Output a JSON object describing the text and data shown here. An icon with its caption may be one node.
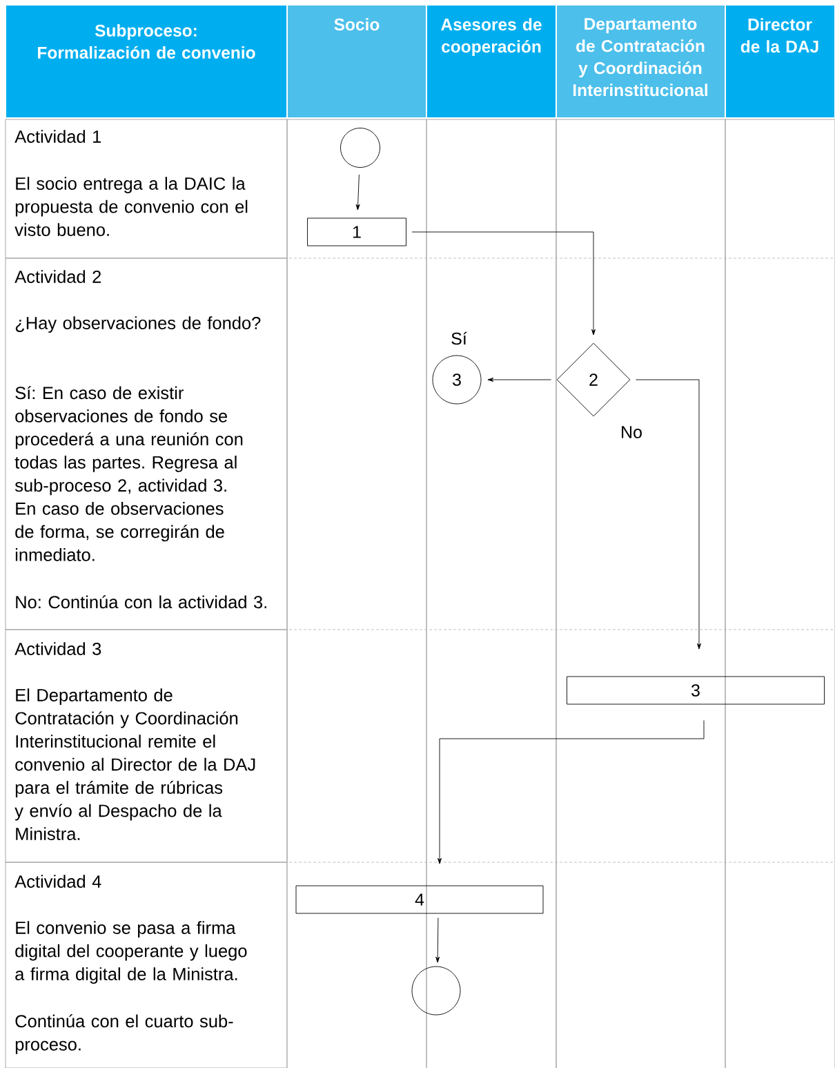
{
  "diagram": {
    "nodes": [
      {
        "text": [],
        "shape": "circle"
      },
      {
        "text": [
          "1"
        ]
      },
      {
        "text": [
          "2"
        ]
      },
      {
        "text": [
          "3"
        ]
      },
      {
        "text": [
          "3"
        ]
      },
      {
        "text": [
          "4"
        ]
      },
      {
        "text": [],
        "shape": "circle"
      }
    ],
    "edges": [
      {
        "from": 0,
        "to": 1,
        "arrow": "to"
      },
      {
        "from": 1,
        "to": 2,
        "arrow": "to"
      },
      {
        "from": 2,
        "to": 3,
        "arrow": "to",
        "label": "Sí"
      },
      {
        "from": 2,
        "to": 4,
        "arrow": "to",
        "label": "No"
      },
      {
        "from": 4,
        "to": 5,
        "arrow": "to"
      },
      {
        "from": 5,
        "to": 6,
        "arrow": "to"
      }
    ],
    "labels": [
      "Subproceso: Formalización de convenio",
      "Socio",
      "Asesores de cooperación",
      "Departamento de Contratación y Coordinación Interinstitucional",
      "Director de la DAJ",
      "Actividad 1",
      "El socio entrega a la DAIC la propuesta de convenio con el visto bueno.",
      "Actividad 2",
      "¿Hay observaciones de fondo?",
      "Sí: En caso de existir observaciones de fondo se procederá a una reunión con todas las partes. Regresa al sub-proceso 2, actividad 3. En caso de observaciones de forma, se corregirán de inmediato.",
      "No: Continúa con la actividad 3.",
      "Actividad 3",
      "El Departamento de Contratación y Coordinación Interinstitucional remite el convenio al Director de la DAJ para el trámite de rúbricas y envío al Despacho de la Ministra.",
      "Actividad 4",
      "El convenio se pasa a firma digital del cooperante y luego a firma digital de la Ministra.",
      "Continúa con el cuarto sub-proceso."
    ]
  }
}
